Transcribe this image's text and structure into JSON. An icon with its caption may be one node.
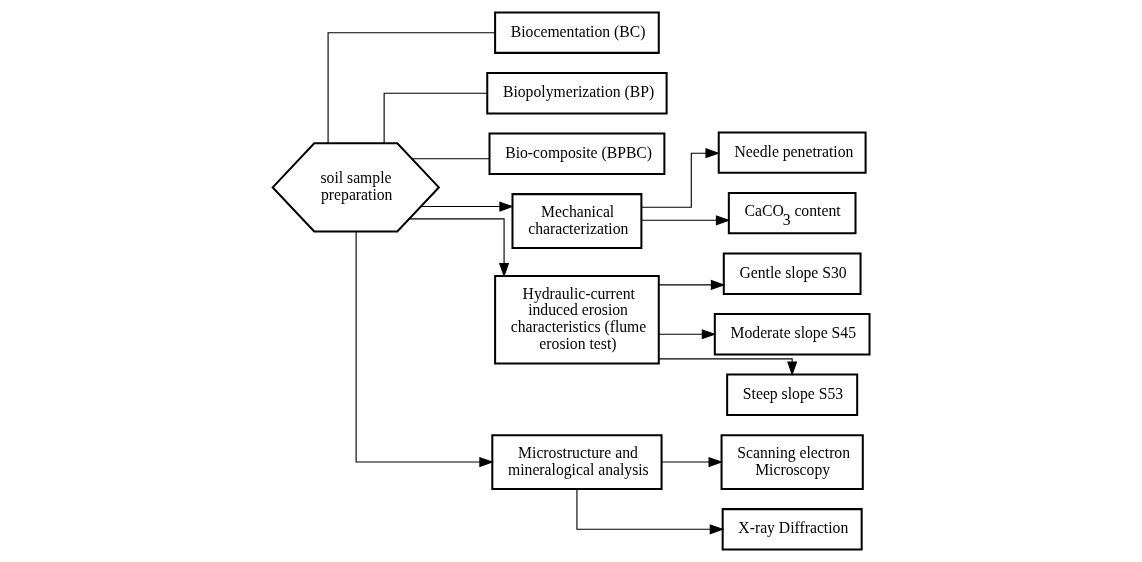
{
  "diagram": {
    "nodes": [
      {
        "text": [
          "soil sample preparation"
        ]
      },
      {
        "text": [
          "Biocementation (BC)"
        ]
      },
      {
        "text": [
          "Biopolymerization (BP)"
        ]
      },
      {
        "text": [
          "Bio-composite (BPBC)"
        ]
      },
      {
        "text": [
          "Mechanical characterization"
        ]
      },
      {
        "text": [
          "Hydraulic-current induced erosion characteristics (flume erosion test)"
        ]
      },
      {
        "text": [
          "Microstructure and mineralogical analysis"
        ]
      },
      {
        "text": [
          "Needle penetration"
        ]
      },
      {
        "text": [
          "CaCO$_{3}$ content"
        ]
      },
      {
        "text": [
          "Gentle slope S30"
        ]
      },
      {
        "text": [
          "Moderate slope S45"
        ]
      },
      {
        "text": [
          "Steep slope S53"
        ]
      },
      {
        "text": [
          "Scanning electron Microscopy"
        ]
      },
      {
        "text": [
          "X-ray Diffraction"
        ]
      }
    ],
    "edges": [
      {
        "from": 0,
        "to": 1,
        "arrow": "none"
      },
      {
        "from": 0,
        "to": 2,
        "arrow": "none"
      },
      {
        "from": 0,
        "to": 3,
        "arrow": "none"
      },
      {
        "from": 0,
        "to": 4,
        "arrow": "to"
      },
      {
        "from": 0,
        "to": 5,
        "arrow": "to"
      },
      {
        "from": 0,
        "to": 6,
        "arrow": "to"
      },
      {
        "from": 4,
        "to": 7,
        "arrow": "to"
      },
      {
        "from": 4,
        "to": 8,
        "arrow": "to"
      },
      {
        "from": 5,
        "to": 9,
        "arrow": "to"
      },
      {
        "from": 5,
        "to": 10,
        "arrow": "to"
      },
      {
        "from": 5,
        "to": 11,
        "arrow": "to"
      },
      {
        "from": 6,
        "to": 12,
        "arrow": "to"
      },
      {
        "from": 6,
        "to": 13,
        "arrow": "to"
      }
    ]
  }
}
